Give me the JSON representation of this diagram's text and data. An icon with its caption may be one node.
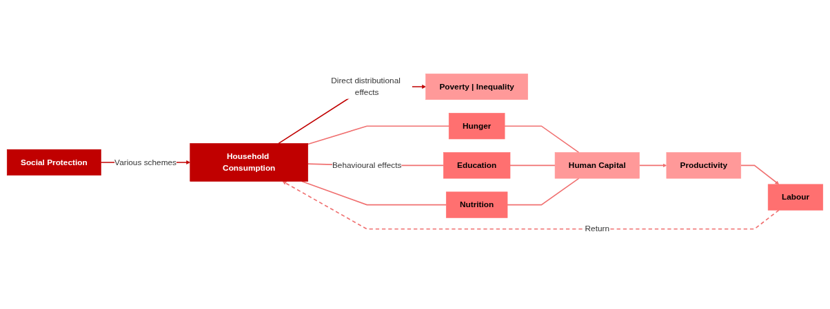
{
  "diagram": {
    "nodes": [
      {
        "text": [
          "Social Protection"
        ]
      },
      {
        "text": [
          "Household Consumption"
        ]
      },
      {
        "text": [
          "Poverty | Inequality"
        ]
      },
      {
        "text": [
          "Hunger"
        ]
      },
      {
        "text": [
          "Education"
        ]
      },
      {
        "text": [
          "Nutrition"
        ]
      },
      {
        "text": [
          "Human Capital"
        ]
      },
      {
        "text": [
          "Productivity"
        ]
      },
      {
        "text": [
          "Labour"
        ]
      }
    ],
    "edges": [
      {
        "from": 0,
        "to": 1,
        "arrow": "to",
        "label": "Various schemes",
        "color": "#c00000"
      },
      {
        "from": 1,
        "to": 2,
        "arrow": "to",
        "label": "Direct distributional effects",
        "color": "#c00000"
      },
      {
        "from": 1,
        "to": 3,
        "arrow": "none"
      },
      {
        "from": 1,
        "to": 4,
        "arrow": "none",
        "label": "Behavioural effects"
      },
      {
        "from": 1,
        "to": 5,
        "arrow": "none"
      },
      {
        "from": 3,
        "to": 6,
        "arrow": "none"
      },
      {
        "from": 4,
        "to": 6,
        "arrow": "none"
      },
      {
        "from": 5,
        "to": 6,
        "arrow": "none"
      },
      {
        "from": 6,
        "to": 7,
        "arrow": "to"
      },
      {
        "from": 7,
        "to": 8,
        "arrow": "to"
      },
      {
        "from": 8,
        "to": 1,
        "arrow": "to",
        "label": "Return",
        "style": "dashed"
      }
    ]
  }
}
